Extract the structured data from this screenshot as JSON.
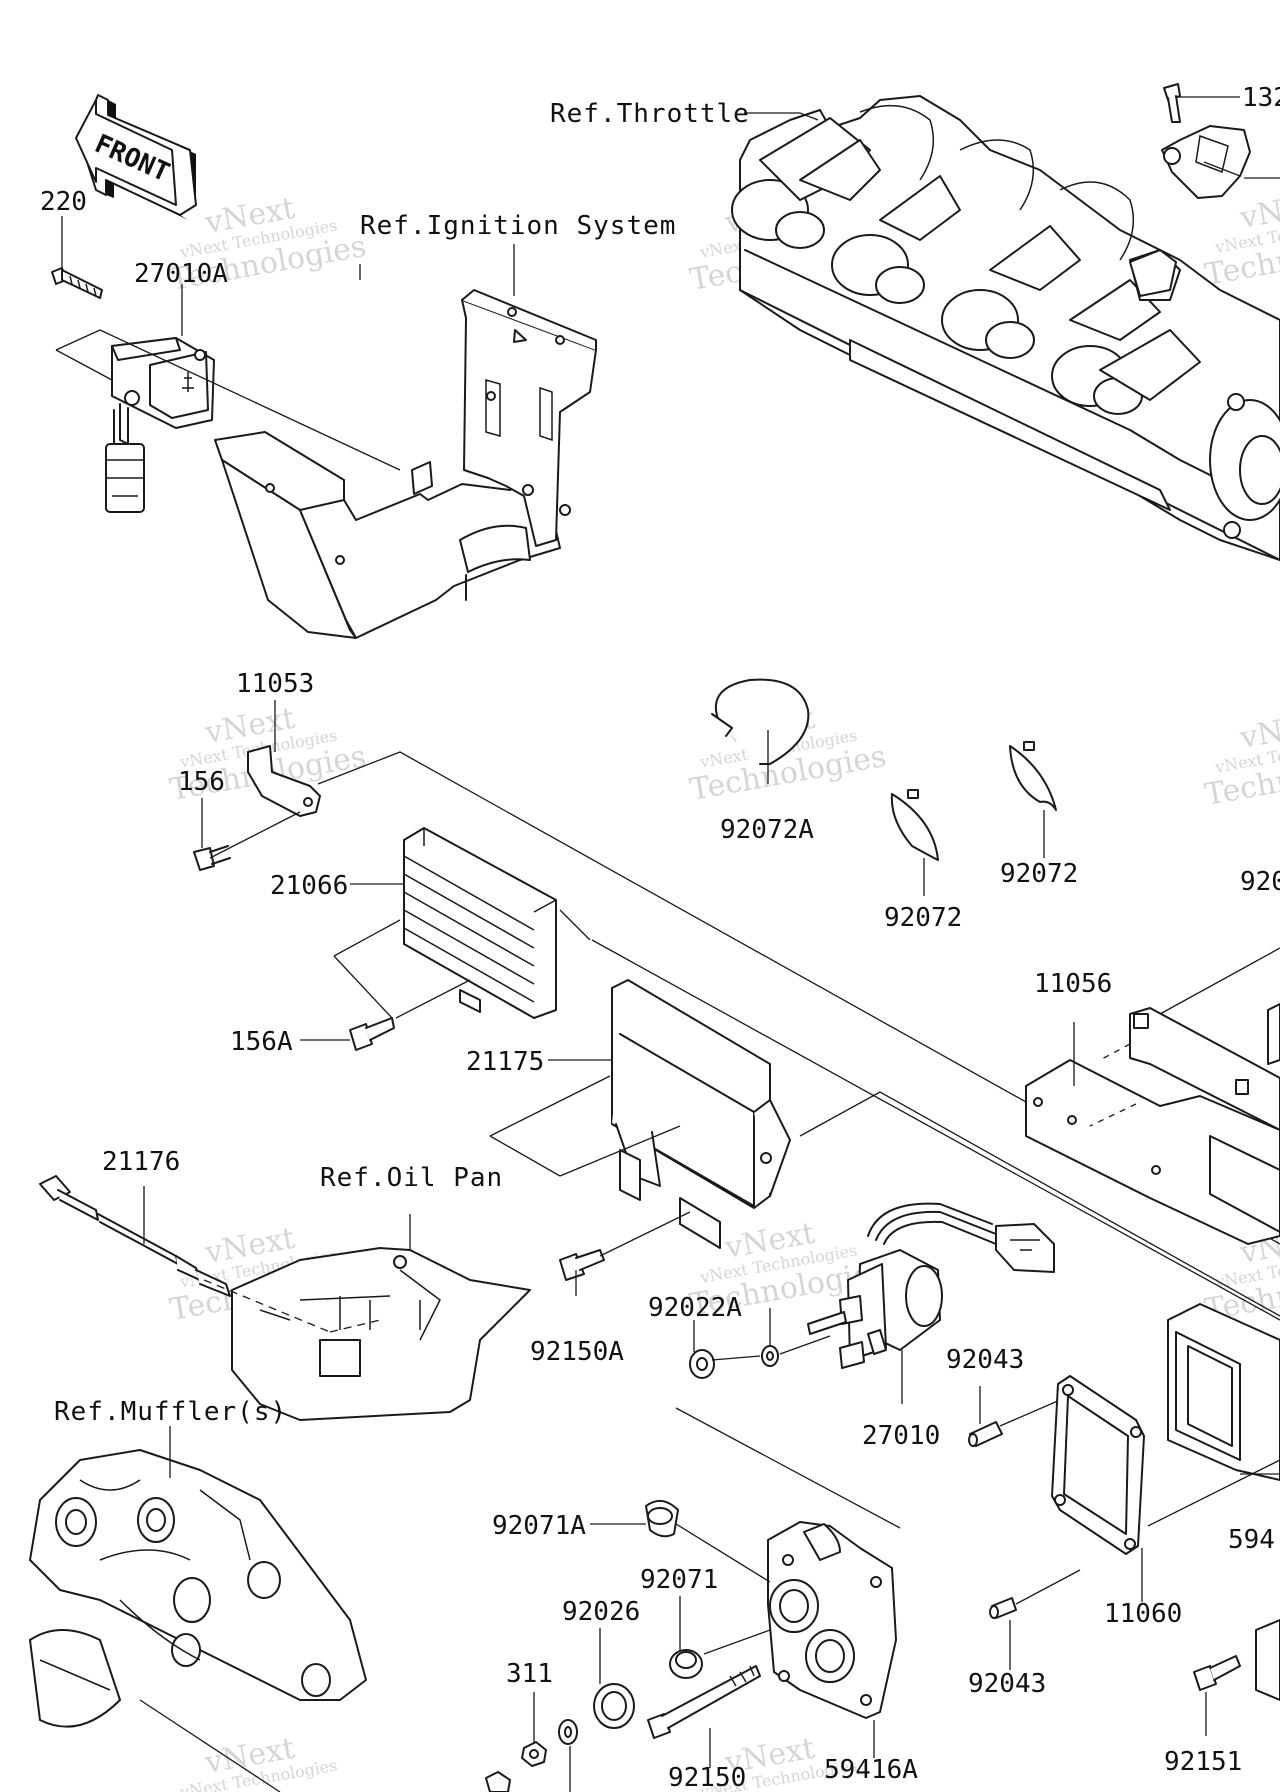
{
  "front_arrow_label": "FRONT",
  "refs": {
    "throttle": "Ref.Throttle",
    "ignition": "Ref.Ignition System",
    "oil_pan": "Ref.Oil Pan",
    "muffler": "Ref.Muffler(s)"
  },
  "part_numbers": {
    "p220": "220",
    "p27010A": "27010A",
    "p132": "132",
    "p11053": "11053",
    "p156": "156",
    "p21066": "21066",
    "p156A": "156A",
    "p92072A": "92072A",
    "p92072_a": "92072",
    "p92072_b": "92072",
    "p920_partial": "920",
    "p11056": "11056",
    "p21175": "21175",
    "p21176": "21176",
    "p92150A": "92150A",
    "p92022A": "92022A",
    "p92043_a": "92043",
    "p27010": "27010",
    "p594_partial": "594",
    "p92071A": "92071A",
    "p92071": "92071",
    "p92026": "92026",
    "p11060": "11060",
    "p311": "311",
    "p92043_b": "92043",
    "p92150": "92150",
    "p59416A": "59416A",
    "p92151": "92151"
  },
  "watermark": {
    "line1": "vNext Technologies",
    "line2": "vNext",
    "line3": "Technologies"
  }
}
